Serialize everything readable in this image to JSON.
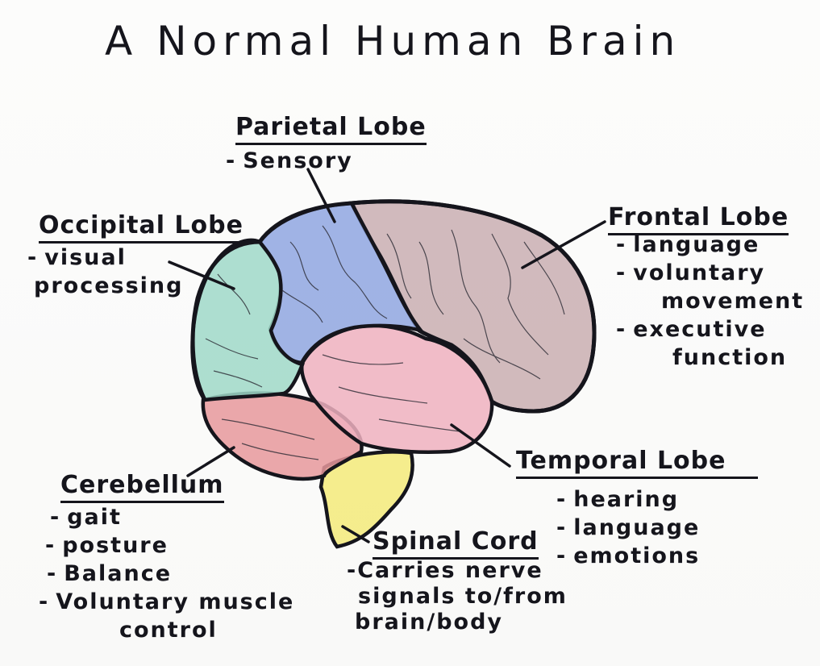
{
  "title": "A Normal Human Brain",
  "lobes": {
    "parietal": {
      "name": "Parietal Lobe",
      "items": [
        "Sensory"
      ],
      "color": "#8fa6e0"
    },
    "occipital": {
      "name": "Occipital Lobe",
      "items": [
        "visual",
        "processing"
      ],
      "color": "#9fd8c8"
    },
    "frontal": {
      "name": "Frontal Lobe",
      "items": [
        "language",
        "voluntary",
        "movement",
        "executive",
        "function"
      ],
      "color": "#c9aeb2"
    },
    "temporal": {
      "name": "Temporal Lobe",
      "items": [
        "hearing",
        "language",
        "emotions"
      ],
      "color": "#efb0c0"
    },
    "cerebellum": {
      "name": "Cerebellum",
      "items": [
        "gait",
        "posture",
        "Balance",
        "Voluntary muscle",
        "control"
      ],
      "color": "#e6989c"
    },
    "spinal_cord": {
      "name": "Spinal Cord",
      "lines": [
        "-Carries nerve",
        "signals to/from",
        "brain/body"
      ],
      "color": "#f3ea7a"
    }
  }
}
